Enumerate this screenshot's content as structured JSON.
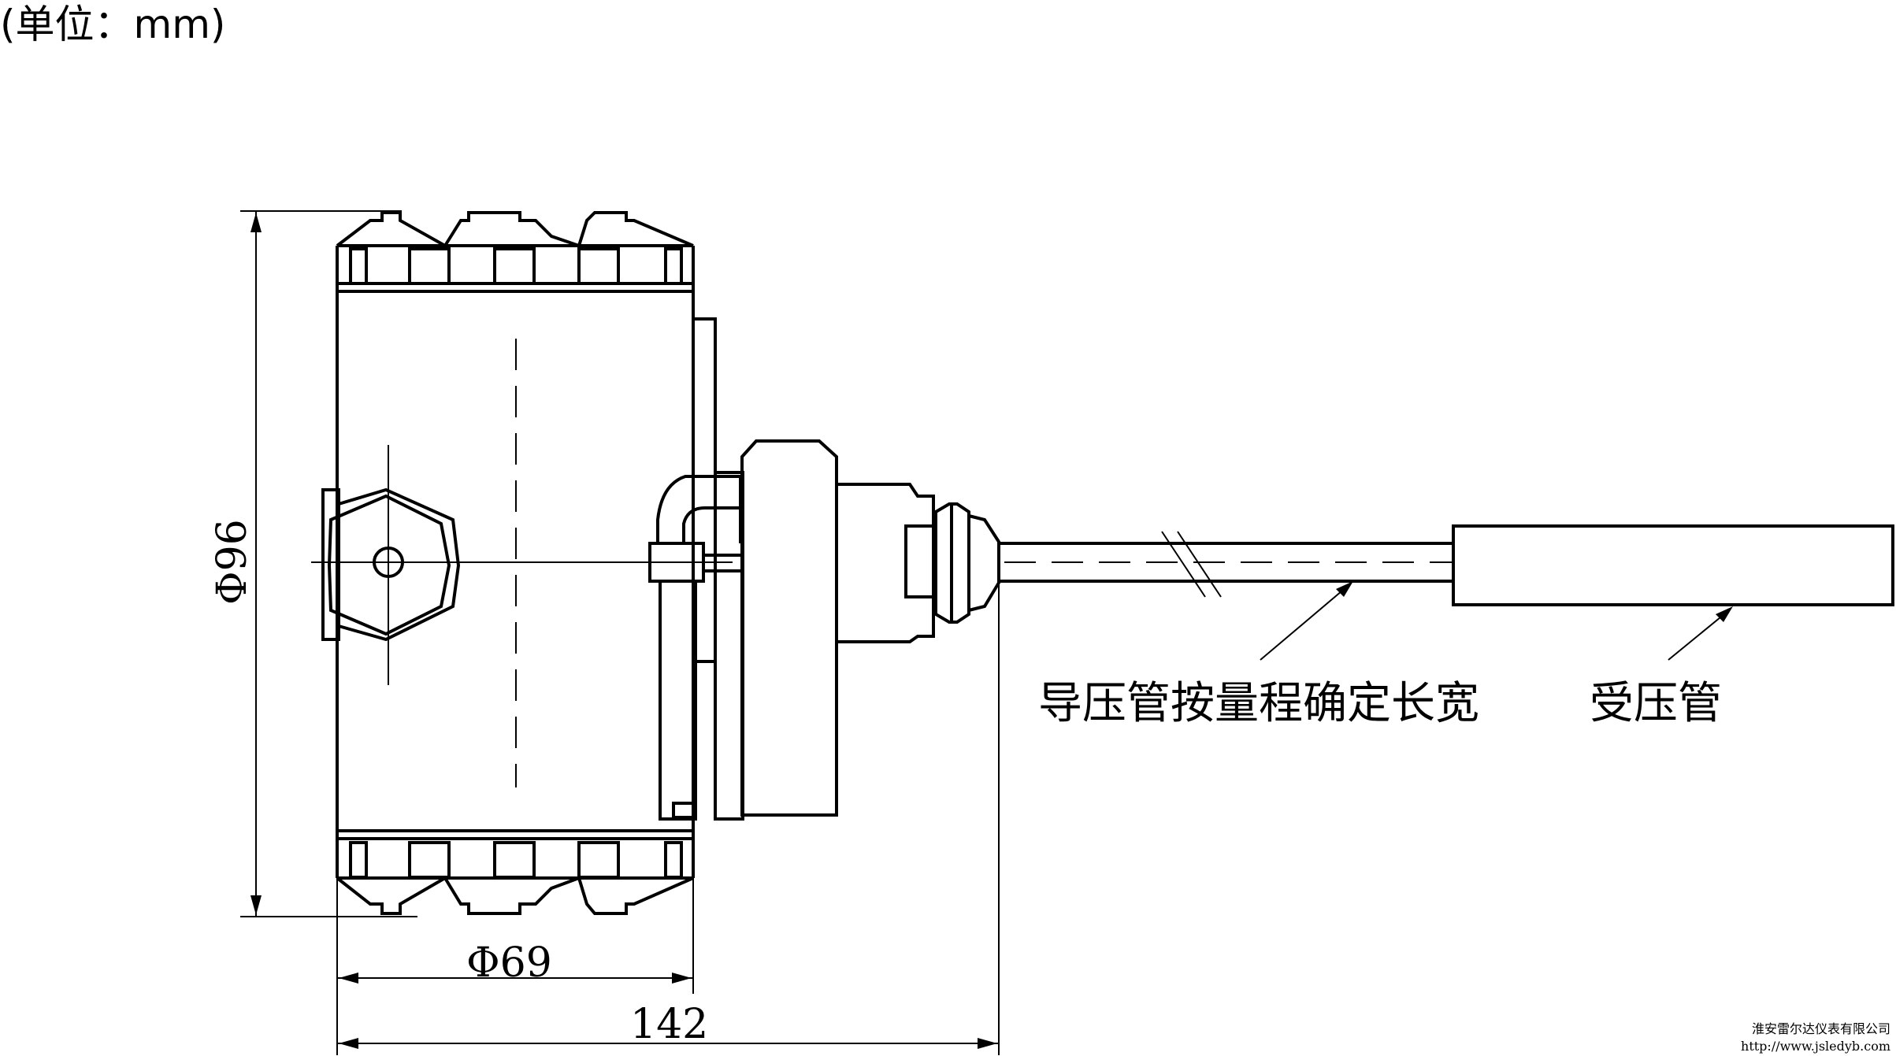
{
  "unit_label": "(单位：mm)",
  "dimensions": {
    "height_label": "Φ96",
    "diameter_label": "Φ69",
    "length_label": "142"
  },
  "annotations": {
    "impulse_tube": "导压管按量程确定长宽",
    "pressure_tube": "受压管"
  },
  "watermark": {
    "company": "淮安雷尔达仪表有限公司",
    "url": "http://www.jsledyb.com"
  },
  "colors": {
    "line": "#000000",
    "background": "#ffffff"
  }
}
